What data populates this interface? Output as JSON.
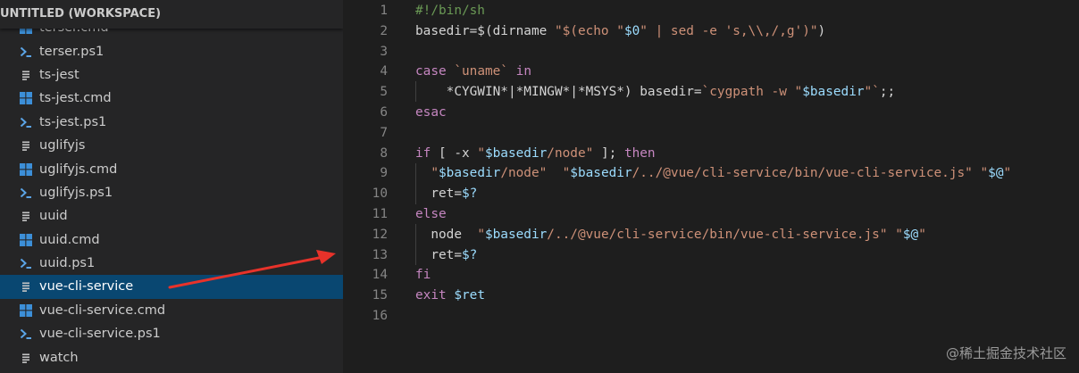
{
  "sidebar": {
    "workspace_title": "UNTITLED (WORKSPACE)",
    "files": [
      {
        "name": "terser.cmd",
        "icon": "windows-icon"
      },
      {
        "name": "terser.ps1",
        "icon": "powershell-icon"
      },
      {
        "name": "ts-jest",
        "icon": "file-lines-icon"
      },
      {
        "name": "ts-jest.cmd",
        "icon": "windows-icon"
      },
      {
        "name": "ts-jest.ps1",
        "icon": "powershell-icon"
      },
      {
        "name": "uglifyjs",
        "icon": "file-lines-icon"
      },
      {
        "name": "uglifyjs.cmd",
        "icon": "windows-icon"
      },
      {
        "name": "uglifyjs.ps1",
        "icon": "powershell-icon"
      },
      {
        "name": "uuid",
        "icon": "file-lines-icon"
      },
      {
        "name": "uuid.cmd",
        "icon": "windows-icon"
      },
      {
        "name": "uuid.ps1",
        "icon": "powershell-icon"
      },
      {
        "name": "vue-cli-service",
        "icon": "file-lines-icon",
        "selected": true
      },
      {
        "name": "vue-cli-service.cmd",
        "icon": "windows-icon"
      },
      {
        "name": "vue-cli-service.ps1",
        "icon": "powershell-icon"
      },
      {
        "name": "watch",
        "icon": "file-lines-icon"
      }
    ]
  },
  "editor": {
    "lines": [
      {
        "n": "1",
        "tokens": [
          [
            "comment",
            "#!/bin/sh"
          ]
        ]
      },
      {
        "n": "2",
        "tokens": [
          [
            "plain",
            "basedir=$(dirname "
          ],
          [
            "string",
            "\"$(echo \""
          ],
          [
            "var",
            "$0"
          ],
          [
            "string",
            "\" | sed -e 's,\\\\,/,g')\""
          ],
          [
            "plain",
            ")"
          ]
        ]
      },
      {
        "n": "3",
        "tokens": []
      },
      {
        "n": "4",
        "tokens": [
          [
            "keyword",
            "case"
          ],
          [
            "plain",
            " "
          ],
          [
            "string",
            "`uname`"
          ],
          [
            "plain",
            " "
          ],
          [
            "keyword",
            "in"
          ]
        ]
      },
      {
        "n": "5",
        "tokens": [
          [
            "plain",
            "    *CYGWIN*|*MINGW*|*MSYS*) basedir="
          ],
          [
            "string",
            "`cygpath -w \""
          ],
          [
            "var",
            "$basedir"
          ],
          [
            "string",
            "\"`"
          ],
          [
            "plain",
            ";;"
          ]
        ]
      },
      {
        "n": "6",
        "tokens": [
          [
            "keyword",
            "esac"
          ]
        ]
      },
      {
        "n": "7",
        "tokens": []
      },
      {
        "n": "8",
        "tokens": [
          [
            "keyword",
            "if"
          ],
          [
            "plain",
            " [ -x "
          ],
          [
            "string",
            "\""
          ],
          [
            "var",
            "$basedir"
          ],
          [
            "string",
            "/node\""
          ],
          [
            "plain",
            " ]; "
          ],
          [
            "keyword",
            "then"
          ]
        ]
      },
      {
        "n": "9",
        "tokens": [
          [
            "plain",
            "  "
          ],
          [
            "string",
            "\""
          ],
          [
            "var",
            "$basedir"
          ],
          [
            "string",
            "/node\""
          ],
          [
            "plain",
            "  "
          ],
          [
            "string",
            "\""
          ],
          [
            "var",
            "$basedir"
          ],
          [
            "string",
            "/../@vue/cli-service/bin/vue-cli-service.js\""
          ],
          [
            "plain",
            " "
          ],
          [
            "string",
            "\""
          ],
          [
            "var",
            "$@"
          ],
          [
            "string",
            "\""
          ]
        ]
      },
      {
        "n": "10",
        "tokens": [
          [
            "plain",
            "  ret="
          ],
          [
            "var",
            "$?"
          ]
        ]
      },
      {
        "n": "11",
        "tokens": [
          [
            "keyword",
            "else"
          ]
        ]
      },
      {
        "n": "12",
        "tokens": [
          [
            "plain",
            "  node  "
          ],
          [
            "string",
            "\""
          ],
          [
            "var",
            "$basedir"
          ],
          [
            "string",
            "/../@vue/cli-service/bin/vue-cli-service.js\""
          ],
          [
            "plain",
            " "
          ],
          [
            "string",
            "\""
          ],
          [
            "var",
            "$@"
          ],
          [
            "string",
            "\""
          ]
        ]
      },
      {
        "n": "13",
        "tokens": [
          [
            "plain",
            "  ret="
          ],
          [
            "var",
            "$?"
          ]
        ]
      },
      {
        "n": "14",
        "tokens": [
          [
            "keyword",
            "fi"
          ]
        ]
      },
      {
        "n": "15",
        "tokens": [
          [
            "keyword",
            "exit"
          ],
          [
            "plain",
            " "
          ],
          [
            "var",
            "$ret"
          ]
        ]
      },
      {
        "n": "16",
        "tokens": []
      }
    ]
  },
  "watermark": "@稀土掘金技术社区",
  "colors": {
    "accent_selection": "#094771",
    "arrow": "#e8322a",
    "windows_icon": "#3c8fd8",
    "powershell_icon": "#5ba4e6"
  }
}
